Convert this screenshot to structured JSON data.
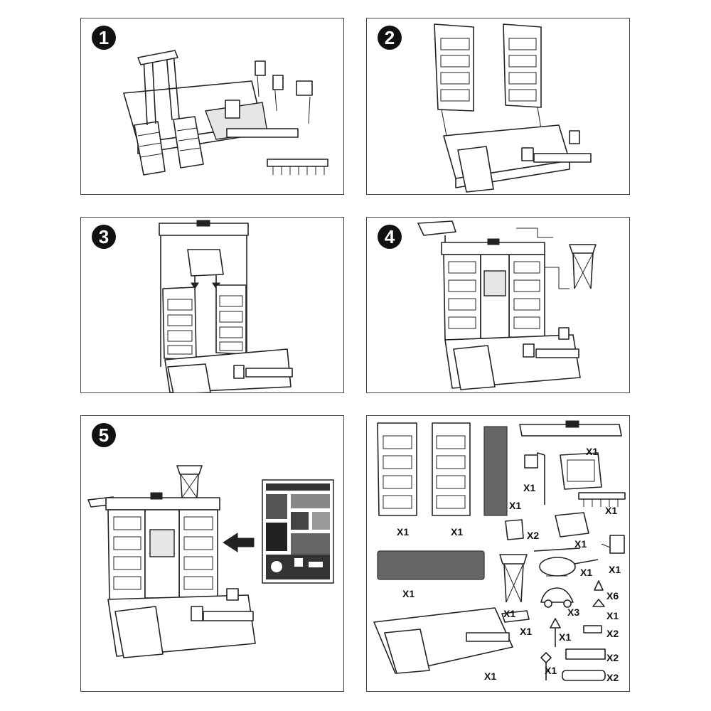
{
  "steps": [
    {
      "number": "1"
    },
    {
      "number": "2"
    },
    {
      "number": "3"
    },
    {
      "number": "4"
    },
    {
      "number": "5"
    }
  ],
  "parts_list": {
    "quantities": {
      "tower_left": "X1",
      "tower_right": "X1",
      "grey_panel_tall": "X1",
      "top_deck": "X1",
      "lamp_post": "X1",
      "elevator_cage": "X1",
      "fence": "X1",
      "clip_piece": "X2",
      "ramp_gate": "X1",
      "grey_panel_wide": "X1",
      "water_tower": "X1",
      "helicopter": "X1",
      "car": "X3",
      "trash_can": "X1",
      "cone": "X6",
      "arrow_sign_small": "X1",
      "base_platform": "X1",
      "helipad": "X1",
      "arrow_sign_tall": "X1",
      "bench": "X2",
      "diamond_sign": "X1",
      "barrier": "X2",
      "railing": "X2"
    }
  }
}
